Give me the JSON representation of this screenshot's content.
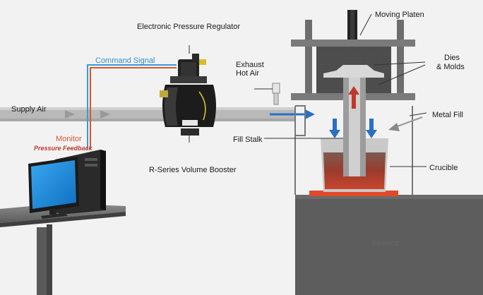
{
  "labels": {
    "moving_platen": "Moving Platen",
    "electronic_pressure_regulator": "Electronic Pressure Regulator",
    "command_signal": "Command Signal",
    "exhaust_line1": "Exhaust",
    "exhaust_line2": "Hot Air",
    "dies_line1": "Dies",
    "dies_line2": "& Molds",
    "supply_air": "Supply Air",
    "metal_fill": "Metal Fill",
    "monitor": "Monitor",
    "pressure_feedback": "Pressure Feedback",
    "fill_stalk": "Fill Stalk",
    "crucible": "Crucible",
    "volume_booster": "R-Series Volume Booster",
    "watermark": "FAIRACE"
  },
  "colors": {
    "background": "#f2f2f2",
    "supply_pipe": "#b8b8b8",
    "command_signal_line": "#3a9ad9",
    "feedback_line": "#d8582e",
    "flow_arrow": "#2a6fc4",
    "hot_air_arrow": "#c0392b",
    "molten_metal": "#a83a2a",
    "heater_pad": "#e04a2a",
    "machine_body": "#5f5f5f",
    "dies": "#4a4a4a",
    "monitor_screen": "#1f8fe0"
  },
  "icons": {
    "regulator": "solenoid-regulator-icon",
    "booster": "volume-booster-icon",
    "computer": "computer-workstation-icon"
  }
}
